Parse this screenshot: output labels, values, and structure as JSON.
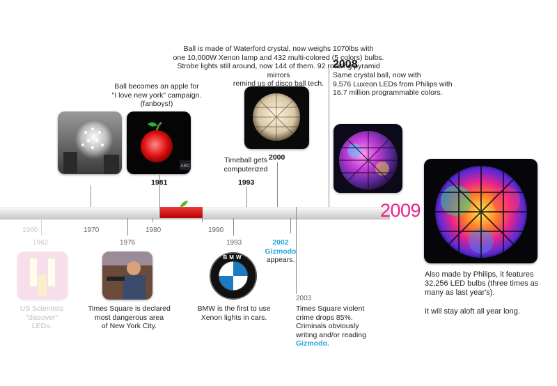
{
  "timeline": {
    "current_year": "2009",
    "accent_pink": "#e8238e",
    "link_blue": "#2aa7dd",
    "highlight_red": "#cc0000"
  },
  "above": {
    "apple_caption": [
      "Ball becomes an apple  for",
      "\"I love new york\" campaign.",
      "(fanboys!)"
    ],
    "year_1981": "1981",
    "computer_caption": [
      "Timeball gets",
      "computerized"
    ],
    "year_1993": "1993",
    "crystal_caption": [
      "Ball is made of Waterford crystal, now weighs 1070lbs with",
      "one 10,000W Xenon lamp and 432 multi-colored (5 colors) bulbs.",
      "Strobe lights still around, now 144 of them. 92 rotating pyramid mirrors",
      "remind us of disco ball tech."
    ],
    "year_2000": "2000",
    "year_2008": "2008",
    "luxeon_caption": [
      "Same crystal ball, now with",
      "9,576 Luxeon LEDs from Philips with",
      "16.7 million programmable colors."
    ],
    "thumb_logo_text": "ABC"
  },
  "axis": {
    "y1960": "1960",
    "y1970": "1970",
    "y1980": "1980",
    "y1990": "1990",
    "y1962": "1962",
    "y1976": "1976",
    "y1993b": "1993",
    "y2002": "2002",
    "y2003": "2003"
  },
  "below": {
    "leds_caption": [
      "US Scientists",
      "\"discover\"",
      "LEDs."
    ],
    "ts_caption": [
      "Times Square is declared",
      "most dangerous area",
      "of New York City."
    ],
    "bmw_caption": [
      "BMW is the first to use",
      "Xenon lights in cars."
    ],
    "bmw_letters": "BMW",
    "gizmodo_name": "Gizmodo",
    "gizmodo_appears": "appears.",
    "crime_caption": [
      "Times Square violent",
      "crime drops 85%.",
      "Criminals obviously",
      "writing and/or reading"
    ],
    "crime_gizmodo": "Gizmodo."
  },
  "final": {
    "caption": [
      "Also made by Philips, it features",
      "32,256 LED bulbs (three times as",
      "many as last year's)."
    ],
    "aloft": "It will stay aloft all year long."
  }
}
